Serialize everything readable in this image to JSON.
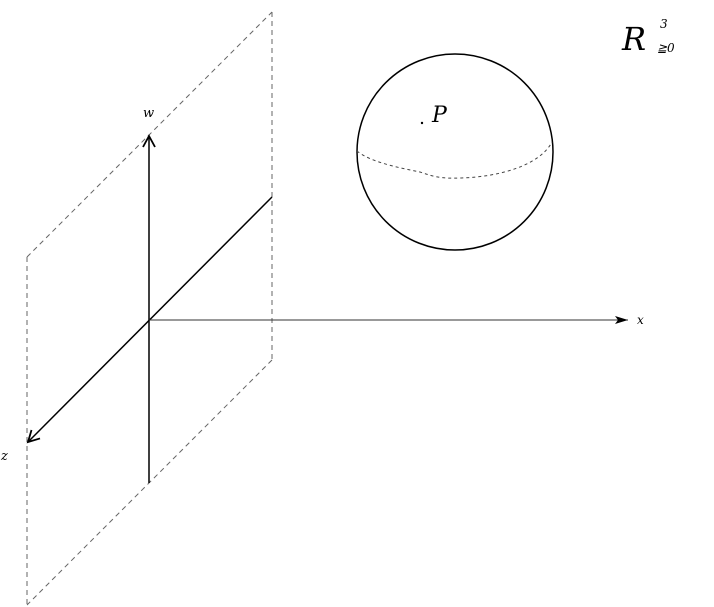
{
  "diagram": {
    "space_label": {
      "base": "R",
      "superscript": "3",
      "subscript": "≧0"
    },
    "axes": {
      "w": {
        "label": "w"
      },
      "x": {
        "label": "x"
      },
      "z": {
        "label": "z"
      }
    },
    "sphere": {
      "point_label": "P"
    },
    "colors": {
      "stroke": "#000000",
      "dashed": "#555555",
      "background": "#ffffff"
    }
  }
}
